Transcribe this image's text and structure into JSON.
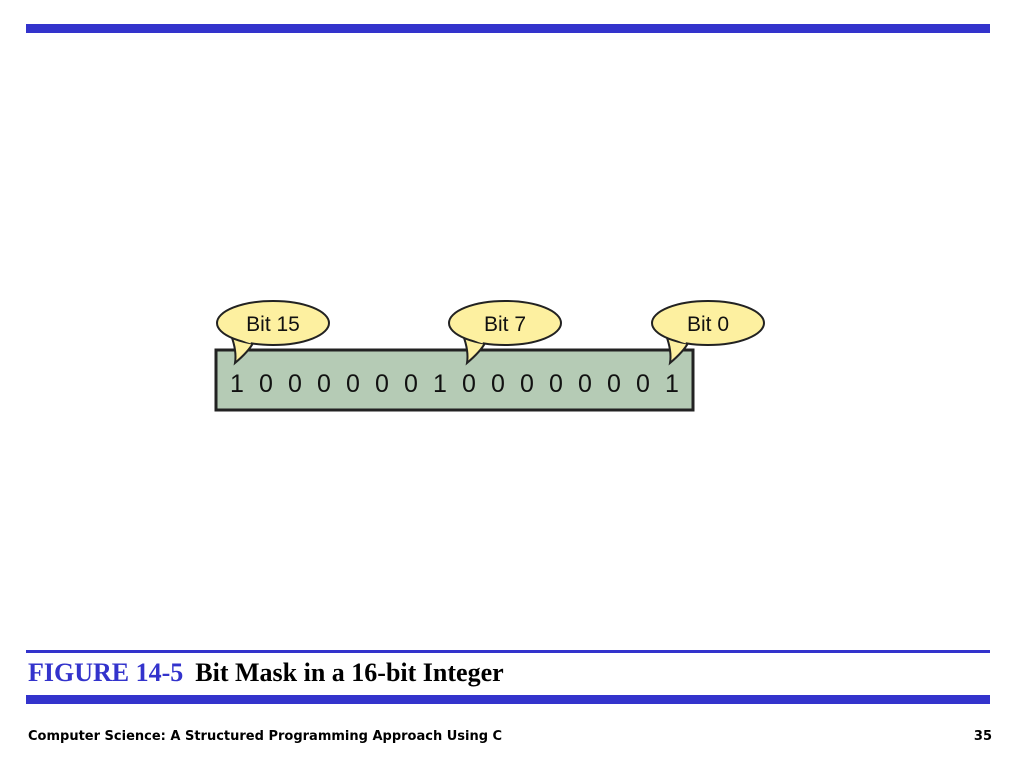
{
  "colors": {
    "accent": "#3333cc",
    "register_fill": "#b5cbb5",
    "callout_fill": "#fdf0a0",
    "stroke": "#222222"
  },
  "register": {
    "bits": [
      "1",
      "0",
      "0",
      "0",
      "0",
      "0",
      "0",
      "1",
      "0",
      "0",
      "0",
      "0",
      "0",
      "0",
      "0",
      "1"
    ]
  },
  "callouts": [
    {
      "label": "Bit 15",
      "bit_index": 15
    },
    {
      "label": "Bit 7",
      "bit_index": 7
    },
    {
      "label": "Bit 0",
      "bit_index": 0
    }
  ],
  "caption": {
    "label": "FIGURE 14-5",
    "title": "Bit Mask in a 16-bit Integer"
  },
  "footer": {
    "left": "Computer Science: A Structured Programming Approach Using C",
    "page_number": "35"
  }
}
